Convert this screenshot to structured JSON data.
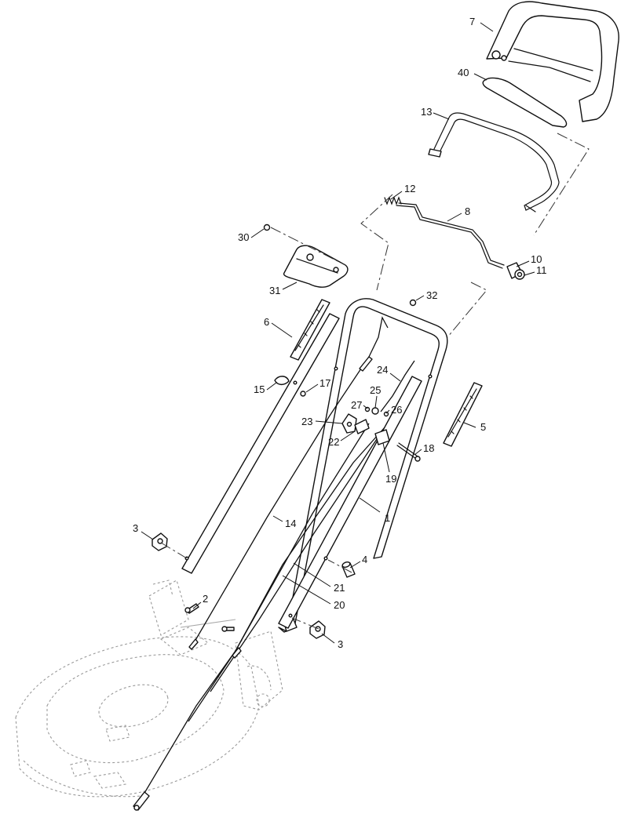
{
  "callouts": [
    {
      "id": "c1",
      "label": "1"
    },
    {
      "id": "c2",
      "label": "2"
    },
    {
      "id": "c3a",
      "label": "3"
    },
    {
      "id": "c3b",
      "label": "3"
    },
    {
      "id": "c4",
      "label": "4"
    },
    {
      "id": "c5",
      "label": "5"
    },
    {
      "id": "c6",
      "label": "6"
    },
    {
      "id": "c7",
      "label": "7"
    },
    {
      "id": "c8",
      "label": "8"
    },
    {
      "id": "c10",
      "label": "10"
    },
    {
      "id": "c11",
      "label": "11"
    },
    {
      "id": "c12",
      "label": "12"
    },
    {
      "id": "c13",
      "label": "13"
    },
    {
      "id": "c14",
      "label": "14"
    },
    {
      "id": "c15",
      "label": "15"
    },
    {
      "id": "c17",
      "label": "17"
    },
    {
      "id": "c18",
      "label": "18"
    },
    {
      "id": "c19",
      "label": "19"
    },
    {
      "id": "c20",
      "label": "20"
    },
    {
      "id": "c21",
      "label": "21"
    },
    {
      "id": "c22",
      "label": "22"
    },
    {
      "id": "c23",
      "label": "23"
    },
    {
      "id": "c24",
      "label": "24"
    },
    {
      "id": "c25",
      "label": "25"
    },
    {
      "id": "c26",
      "label": "26"
    },
    {
      "id": "c27",
      "label": "27"
    },
    {
      "id": "c30",
      "label": "30"
    },
    {
      "id": "c31",
      "label": "31"
    },
    {
      "id": "c32",
      "label": "32"
    },
    {
      "id": "c40",
      "label": "40"
    }
  ]
}
